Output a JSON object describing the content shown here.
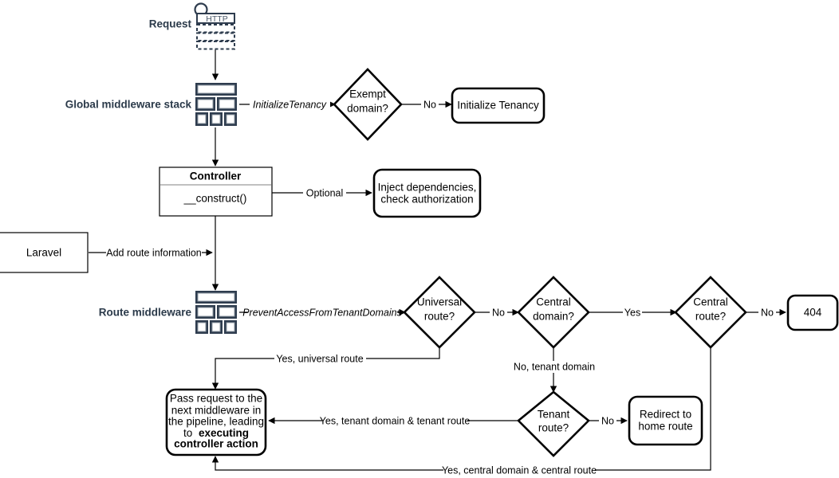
{
  "diagram": {
    "title": "Laravel tenancy request lifecycle flowchart",
    "colors": {
      "stroke": "#000000",
      "icon_navy": "#2e3c4e",
      "label_navy": "#2b3a4a",
      "divider": "#808080",
      "background": "#ffffff"
    },
    "side_labels": [
      {
        "id": "request",
        "text": "Request"
      },
      {
        "id": "global-middleware-stack",
        "text": "Global middleware stack"
      },
      {
        "id": "route-middleware",
        "text": "Route middleware"
      }
    ],
    "icons": {
      "http_request": {
        "name": "http-request-icon",
        "label": "HTTP"
      },
      "middleware_stack": {
        "name": "middleware-stack-icon"
      }
    },
    "nodes": [
      {
        "id": "exempt-domain",
        "shape": "diamond",
        "lines": [
          "Exempt",
          "domain?"
        ]
      },
      {
        "id": "initialize-tenancy",
        "shape": "rounded-rect",
        "lines": [
          "Initialize Tenancy"
        ]
      },
      {
        "id": "controller",
        "shape": "rect-with-header",
        "header": "Controller",
        "body": "__construct()"
      },
      {
        "id": "inject-dependencies",
        "shape": "rounded-rect",
        "lines": [
          "Inject dependencies,",
          "check authorization"
        ]
      },
      {
        "id": "laravel",
        "shape": "rect",
        "lines": [
          "Laravel"
        ]
      },
      {
        "id": "universal-route",
        "shape": "diamond",
        "lines": [
          "Universal",
          "route?"
        ]
      },
      {
        "id": "central-domain",
        "shape": "diamond",
        "lines": [
          "Central",
          "domain?"
        ]
      },
      {
        "id": "central-route",
        "shape": "diamond",
        "lines": [
          "Central",
          "route?"
        ]
      },
      {
        "id": "not-found",
        "shape": "rounded-rect",
        "lines": [
          "404"
        ]
      },
      {
        "id": "tenant-route",
        "shape": "diamond",
        "lines": [
          "Tenant",
          "route?"
        ]
      },
      {
        "id": "redirect-home",
        "shape": "rounded-rect",
        "lines": [
          "Redirect to",
          "home route"
        ]
      },
      {
        "id": "pass-request",
        "shape": "rounded-rect",
        "lines": [
          "Pass request to the",
          "next middleware in",
          "the pipeline, leading",
          "to ",
          "executing",
          "controller action"
        ],
        "plain": [
          "Pass request to the",
          "next middleware in",
          "the pipeline, leading",
          "to"
        ],
        "bold": [
          "executing",
          "controller action"
        ]
      }
    ],
    "edge_labels": [
      {
        "id": "initialize-tenancy-label",
        "text": "InitializeTenancy",
        "style": "italic"
      },
      {
        "id": "exempt-domain-no",
        "text": "No"
      },
      {
        "id": "optional",
        "text": "Optional"
      },
      {
        "id": "add-route-information",
        "text": "Add route information"
      },
      {
        "id": "prevent-access-label",
        "text": "PreventAccessFromTenantDomains",
        "style": "italic"
      },
      {
        "id": "universal-route-no",
        "text": "No"
      },
      {
        "id": "central-domain-yes",
        "text": "Yes"
      },
      {
        "id": "central-route-no",
        "text": "No"
      },
      {
        "id": "central-domain-no-tenant",
        "text": "No, tenant domain"
      },
      {
        "id": "tenant-route-no",
        "text": "No"
      },
      {
        "id": "universal-route-yes",
        "text": "Yes, universal route"
      },
      {
        "id": "tenant-route-yes",
        "text": "Yes, tenant domain & tenant route"
      },
      {
        "id": "central-route-yes",
        "text": "Yes, central domain & central route"
      }
    ]
  }
}
